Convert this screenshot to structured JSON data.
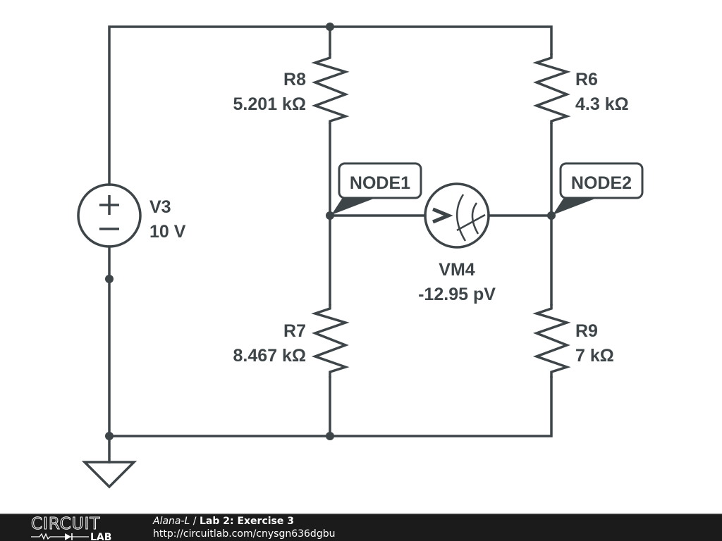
{
  "schematic": {
    "components": {
      "V3": {
        "name": "V3",
        "value": "10 V",
        "type": "dc-voltage-source"
      },
      "R8": {
        "name": "R8",
        "value": "5.201 kΩ",
        "type": "resistor"
      },
      "R7": {
        "name": "R7",
        "value": "8.467 kΩ",
        "type": "resistor"
      },
      "R6": {
        "name": "R6",
        "value": "4.3 kΩ",
        "type": "resistor"
      },
      "R9": {
        "name": "R9",
        "value": "7 kΩ",
        "type": "resistor"
      },
      "VM4": {
        "name": "VM4",
        "value": "-12.95 pV",
        "type": "voltmeter"
      }
    },
    "node_labels": {
      "node1": "NODE1",
      "node2": "NODE2"
    },
    "symbols": {
      "source_plus": "+",
      "source_minus": "−",
      "meter_arrow": ">"
    },
    "colors": {
      "ink": "#3d4549",
      "background": "#ffffff",
      "footer_background": "#1b1b1b",
      "footer_text": "#ffffff"
    }
  },
  "footer": {
    "logo_top": "CIRCUIT",
    "logo_bottom": "LAB",
    "author": "Alana-L",
    "separator": " / ",
    "title": "Lab 2: Exercise 3",
    "url": "http://circuitlab.com/cnysgn636dgbu"
  }
}
